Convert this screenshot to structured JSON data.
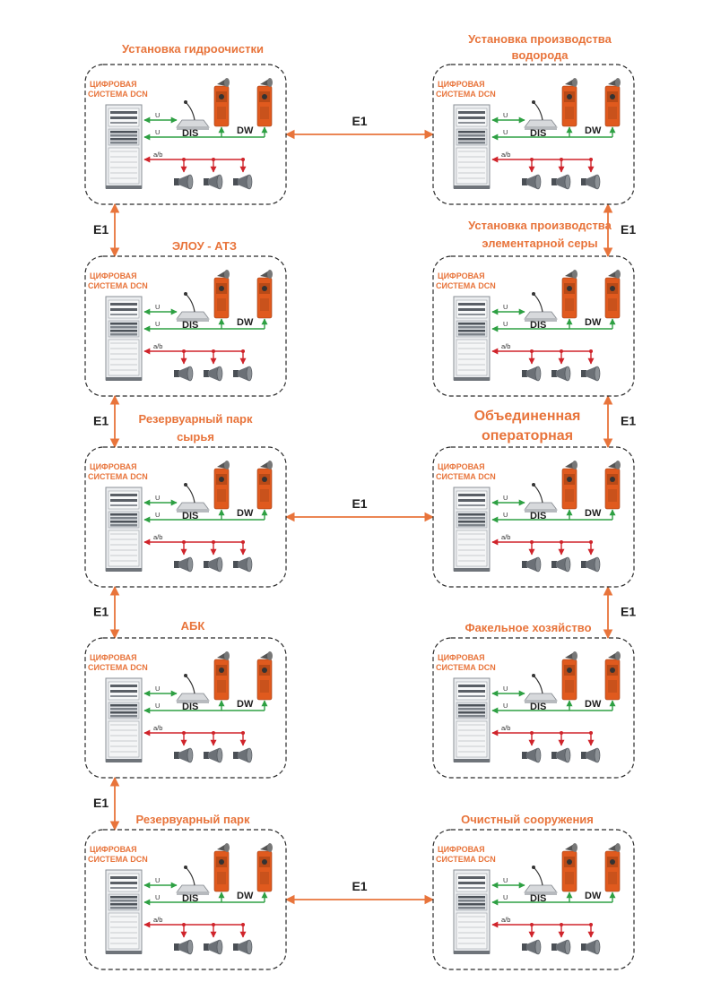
{
  "labels": {
    "system": [
      "ЦИФРОВАЯ",
      "СИСТЕМА DCN"
    ],
    "dis": "DIS",
    "dw": "DW",
    "u": "U",
    "ab": "a/b",
    "e1": "E1"
  },
  "units": [
    {
      "id": "u1",
      "title_lines": [
        "Установка гидроочистки"
      ]
    },
    {
      "id": "u2",
      "title_lines": [
        "Установка производства",
        "водорода"
      ]
    },
    {
      "id": "u3",
      "title_lines": [
        "ЭЛОУ - АТЗ"
      ]
    },
    {
      "id": "u4",
      "title_lines": [
        "Установка производства",
        "элементарной серы"
      ]
    },
    {
      "id": "u5",
      "title_lines": [
        "Резервуарный парк",
        "сырья"
      ]
    },
    {
      "id": "u6",
      "title_lines": [
        "Объединенная",
        "операторная"
      ]
    },
    {
      "id": "u7",
      "title_lines": [
        "АБК"
      ]
    },
    {
      "id": "u8",
      "title_lines": [
        "Факельное хозяйство"
      ]
    },
    {
      "id": "u9",
      "title_lines": [
        "Резервуарный парк"
      ]
    },
    {
      "id": "u10",
      "title_lines": [
        "Очистный сооружения"
      ]
    }
  ],
  "links": [
    {
      "from": "u1",
      "to": "u2",
      "label": "E1"
    },
    {
      "from": "u1",
      "to": "u3",
      "label": "E1"
    },
    {
      "from": "u2",
      "to": "u4",
      "label": "E1"
    },
    {
      "from": "u3",
      "to": "u5",
      "label": "E1"
    },
    {
      "from": "u4",
      "to": "u6",
      "label": "E1"
    },
    {
      "from": "u5",
      "to": "u6",
      "label": "E1"
    },
    {
      "from": "u5",
      "to": "u7",
      "label": "E1"
    },
    {
      "from": "u6",
      "to": "u8",
      "label": "E1"
    },
    {
      "from": "u7",
      "to": "u9",
      "label": "E1"
    },
    {
      "from": "u9",
      "to": "u10",
      "label": "E1"
    }
  ],
  "colors": {
    "orange": "#e8743b",
    "green": "#2ea043",
    "red": "#d0242b",
    "device_orange": "#e05a1e",
    "dash_border": "#2b2b2b"
  }
}
